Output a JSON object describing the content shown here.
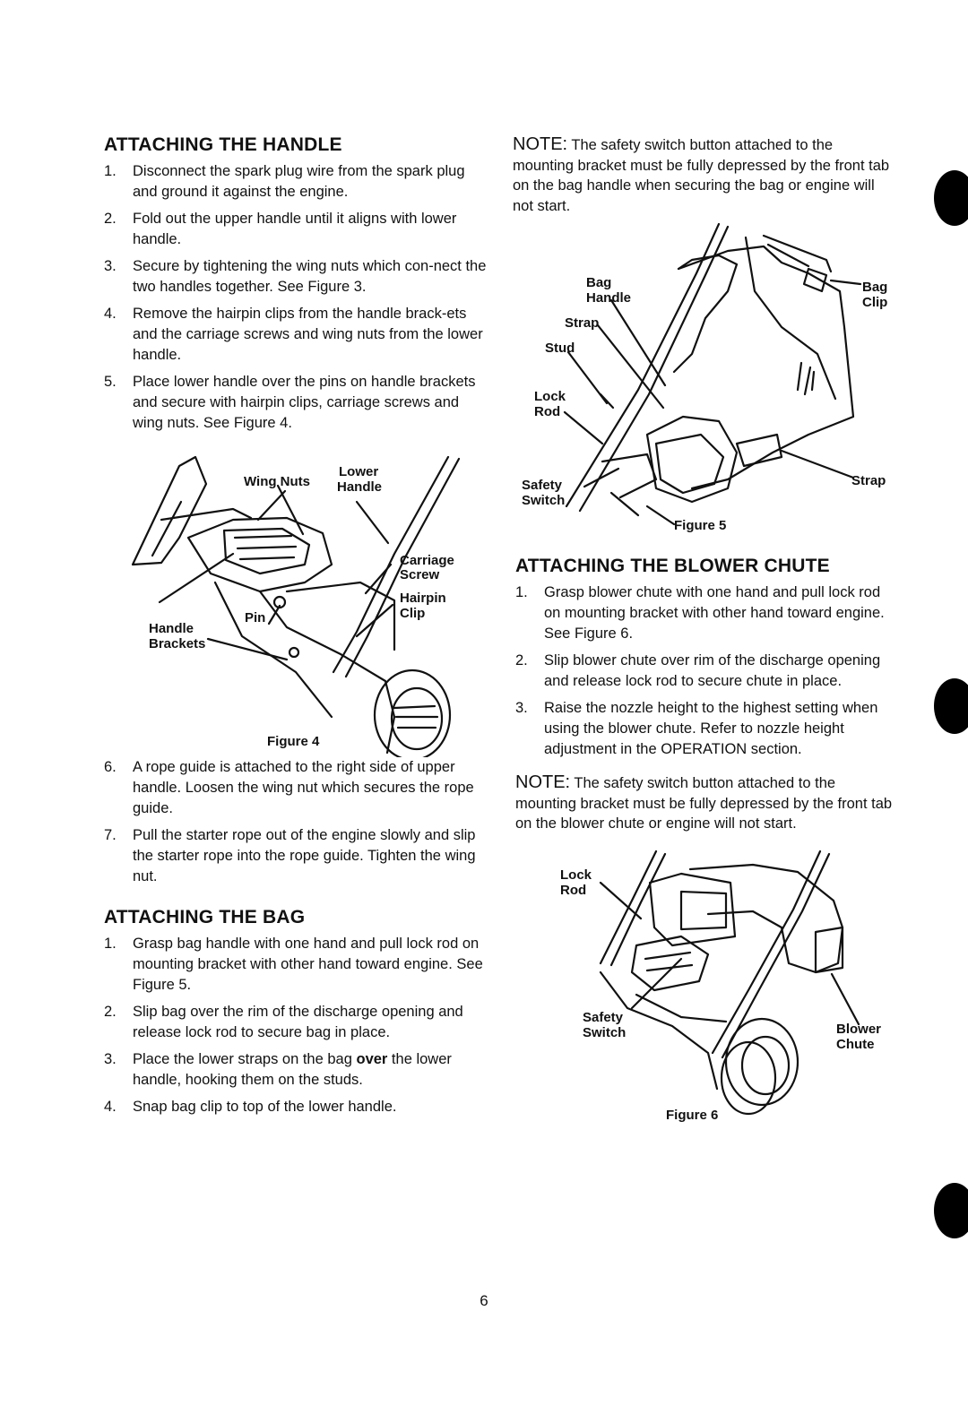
{
  "left": {
    "handle_section": {
      "title": "ATTACHING THE HANDLE",
      "steps": [
        {
          "n": "1.",
          "text": "Disconnect the spark plug wire from the spark plug and ground it against the engine."
        },
        {
          "n": "2.",
          "text": "Fold out the upper handle until it aligns with lower handle."
        },
        {
          "n": "3.",
          "text": "Secure by tightening the wing nuts which con-nect the two handles together. See Figure 3."
        },
        {
          "n": "4.",
          "text": "Remove the hairpin clips from the handle brack-ets and the carriage screws and wing nuts from the lower handle."
        },
        {
          "n": "5.",
          "text": "Place lower handle over the pins on handle brackets and secure with hairpin clips, carriage screws and wing nuts. See Figure 4."
        }
      ]
    },
    "figure4": {
      "caption": "Figure 4",
      "labels": {
        "wing_nuts": "Wing Nuts",
        "lower": "Lower",
        "handle": "Handle",
        "carriage": "Carriage",
        "screw": "Screw",
        "hairpin": "Hairpin",
        "clip": "Clip",
        "pin": "Pin",
        "handle2": "Handle",
        "brackets": "Brackets"
      }
    },
    "more_steps": [
      {
        "n": "6.",
        "text": "A rope guide is attached to the right side of upper handle. Loosen the wing nut which secures the rope guide."
      },
      {
        "n": "7.",
        "text": "Pull the starter rope out of the engine slowly and slip the starter rope into the rope guide. Tighten the wing nut."
      }
    ],
    "bag_section": {
      "title": "ATTACHING THE BAG",
      "steps": [
        {
          "n": "1.",
          "text": "Grasp bag handle with one hand and pull lock rod on mounting bracket with other hand toward engine. See Figure 5."
        },
        {
          "n": "2.",
          "text": "Slip bag over the rim of the discharge opening and release lock rod to secure bag in place."
        },
        {
          "n": "3.",
          "pre": "Place the lower straps on the bag ",
          "bold": "over",
          "post": " the lower handle, hooking them on the studs."
        },
        {
          "n": "4.",
          "text": "Snap bag clip to top of the lower handle."
        }
      ]
    }
  },
  "right": {
    "note1": {
      "label": "NOTE:",
      "text": " The safety switch button attached to the mounting bracket must be fully depressed by the front tab on the bag handle when securing the bag or engine will not start."
    },
    "figure5": {
      "caption": "Figure 5",
      "labels": {
        "bag": "Bag",
        "handle": "Handle",
        "strap": "Strap",
        "stud": "Stud",
        "lock": "Lock",
        "rod": "Rod",
        "safety": "Safety",
        "switch": "Switch",
        "bag2": "Bag",
        "clip": "Clip",
        "strap2": "Strap"
      }
    },
    "chute_section": {
      "title": "ATTACHING THE BLOWER CHUTE",
      "steps": [
        {
          "n": "1.",
          "text": "Grasp blower chute with one hand and pull lock rod on mounting bracket with other hand toward engine. See Figure 6."
        },
        {
          "n": "2.",
          "text": "Slip blower chute over rim of the discharge opening and release lock rod to secure chute in place."
        },
        {
          "n": "3.",
          "text": "Raise the nozzle height to the highest setting when using the blower chute. Refer to nozzle height adjustment in the OPERATION section."
        }
      ]
    },
    "note2": {
      "label": "NOTE:",
      "text": " The safety switch button attached to the mounting bracket must be fully depressed by the front tab on the blower chute or engine will not start."
    },
    "figure6": {
      "caption": "Figure 6",
      "labels": {
        "lock": "Lock",
        "rod": "Rod",
        "safety": "Safety",
        "switch": "Switch",
        "blower": "Blower",
        "chute": "Chute"
      }
    }
  },
  "page_number": "6"
}
